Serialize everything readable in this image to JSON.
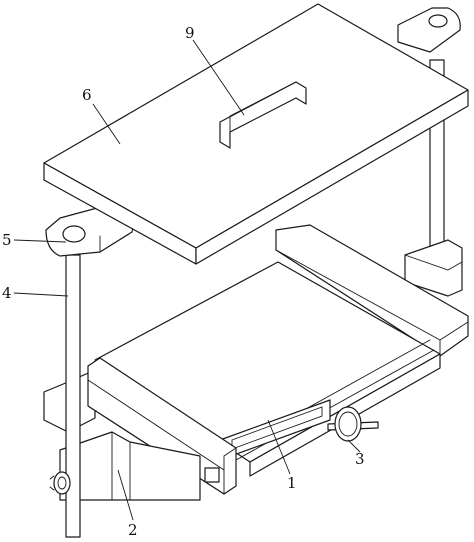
{
  "labels": {
    "l1": "1",
    "l2": "2",
    "l3": "3",
    "l4": "4",
    "l5": "5",
    "l6": "6",
    "l9": "9"
  }
}
